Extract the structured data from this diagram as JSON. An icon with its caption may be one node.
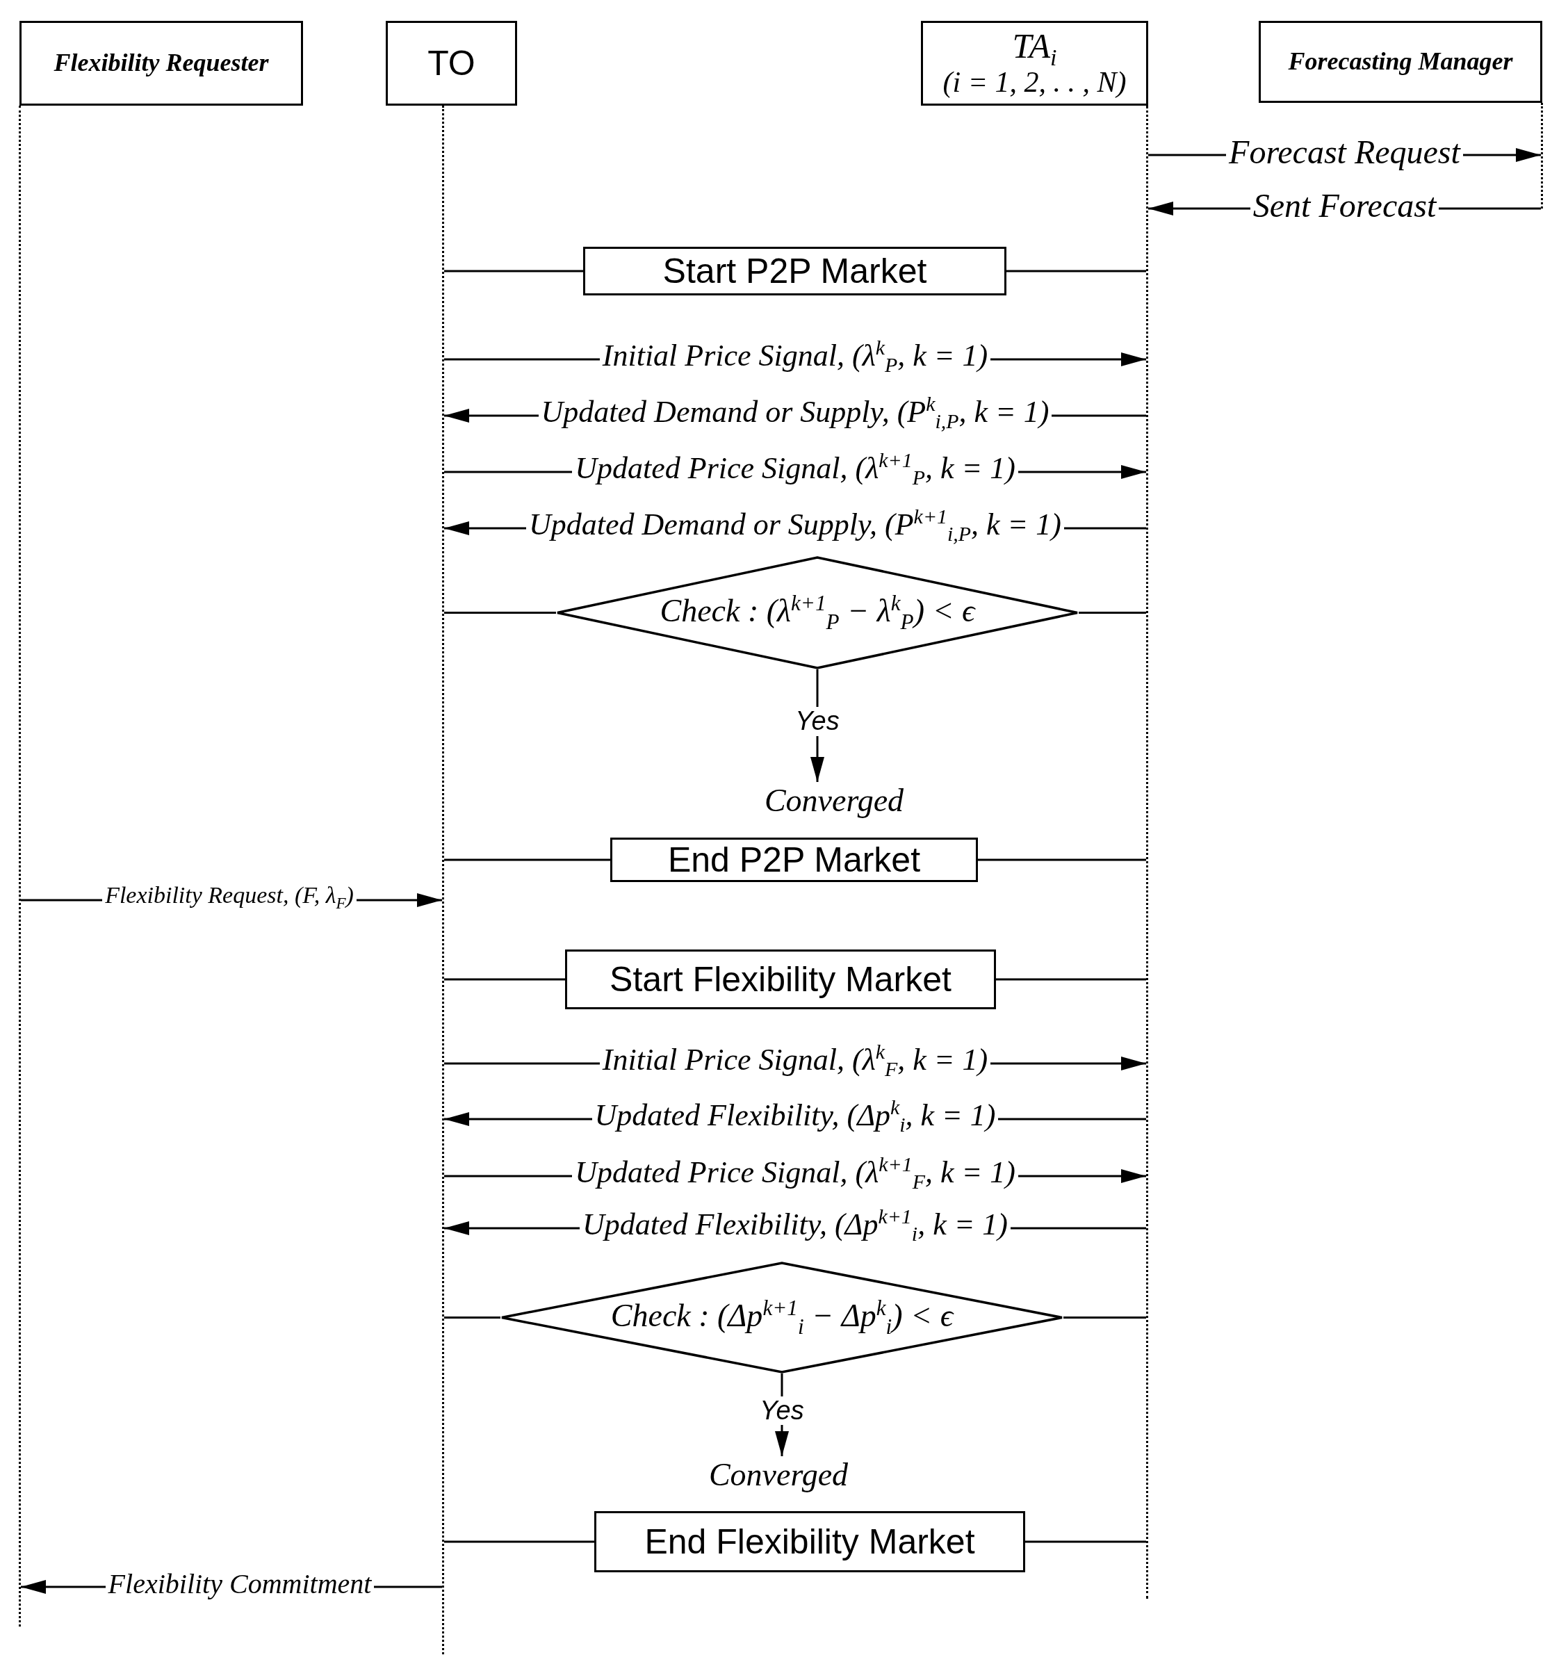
{
  "diagram": {
    "nodes": [
      {
        "text": [
          "Flexibility Requester"
        ]
      },
      {
        "text": [
          "TO"
        ]
      },
      {
        "text": [
          "TA$_{i}$",
          "(i = 1, 2, . . , N)"
        ]
      },
      {
        "text": [
          "Forecasting Manager"
        ]
      },
      {
        "text": [],
        "shape": "line"
      },
      {
        "text": [],
        "shape": "line"
      },
      {
        "text": [],
        "shape": "line"
      },
      {
        "text": [],
        "shape": "line"
      },
      {
        "text": [
          "Start P2P Market"
        ]
      },
      {
        "text": [
          "Check : (λ$^{k+1}$$_{P}$ − λ$^{k}$$_{P}$) < ϵ"
        ]
      },
      {
        "text": [
          "Converged"
        ]
      },
      {
        "text": [
          "End P2P Market"
        ]
      },
      {
        "text": [
          "Start Flexibility Market"
        ]
      },
      {
        "text": [
          "Check : (Δp$^{k+1}$$_{i}$ − Δp$^{k}$$_{i}$) < ϵ"
        ]
      },
      {
        "text": [
          "Converged"
        ]
      },
      {
        "text": [
          "End Flexibility Market"
        ]
      }
    ],
    "edges": [
      {
        "from": 6,
        "to": 7,
        "arrow": "to",
        "label": "Forecast Request"
      },
      {
        "from": 7,
        "to": 6,
        "arrow": "to",
        "label": "Sent Forecast"
      },
      {
        "from": 5,
        "to": 8,
        "arrow": "none"
      },
      {
        "from": 8,
        "to": 6,
        "arrow": "none"
      },
      {
        "from": 5,
        "to": 6,
        "arrow": "to",
        "label": "Initial Price Signal, (λ$^{k}$$_{P}$, k = 1)"
      },
      {
        "from": 6,
        "to": 5,
        "arrow": "to",
        "label": "Updated Demand or Supply, (P$^{k}$$_{i,P}$, k = 1)"
      },
      {
        "from": 5,
        "to": 6,
        "arrow": "to",
        "label": "Updated Price Signal, (λ$^{k+1}$$_{P}$, k = 1)"
      },
      {
        "from": 6,
        "to": 5,
        "arrow": "to",
        "label": "Updated Demand or Supply, (P$^{k+1}$$_{i,P}$, k = 1)"
      },
      {
        "from": 5,
        "to": 9,
        "arrow": "none"
      },
      {
        "from": 9,
        "to": 6,
        "arrow": "none"
      },
      {
        "from": 9,
        "to": 10,
        "arrow": "to",
        "label": "Yes"
      },
      {
        "from": 5,
        "to": 11,
        "arrow": "none"
      },
      {
        "from": 11,
        "to": 6,
        "arrow": "none"
      },
      {
        "from": 4,
        "to": 5,
        "arrow": "to",
        "label": "Flexibility Request, (F, λ$_{F}$)"
      },
      {
        "from": 5,
        "to": 12,
        "arrow": "none"
      },
      {
        "from": 12,
        "to": 6,
        "arrow": "none"
      },
      {
        "from": 5,
        "to": 6,
        "arrow": "to",
        "label": "Initial Price Signal, (λ$^{k}$$_{F}$, k = 1)"
      },
      {
        "from": 6,
        "to": 5,
        "arrow": "to",
        "label": "Updated Flexibility, (Δp$^{k}$$_{i}$, k = 1)"
      },
      {
        "from": 5,
        "to": 6,
        "arrow": "to",
        "label": "Updated Price Signal, (λ$^{k+1}$$_{F}$, k = 1)"
      },
      {
        "from": 6,
        "to": 5,
        "arrow": "to",
        "label": "Updated Flexibility, (Δp$^{k+1}$$_{i}$, k = 1)"
      },
      {
        "from": 5,
        "to": 13,
        "arrow": "none"
      },
      {
        "from": 13,
        "to": 6,
        "arrow": "none"
      },
      {
        "from": 13,
        "to": 14,
        "arrow": "to",
        "label": "Yes"
      },
      {
        "from": 5,
        "to": 15,
        "arrow": "none"
      },
      {
        "from": 15,
        "to": 6,
        "arrow": "none"
      },
      {
        "from": 5,
        "to": 4,
        "arrow": "to",
        "label": "Flexibility Commitment"
      }
    ]
  }
}
